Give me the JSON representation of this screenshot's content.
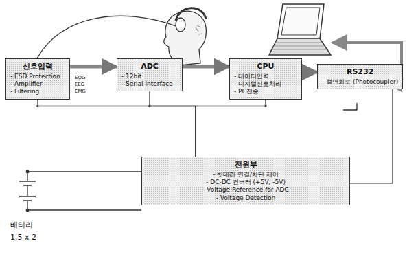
{
  "diagram": {
    "nodes": [
      {
        "text": [
          "신호입력",
          "- ESD Protection",
          "- Amplifier",
          "- Filtering"
        ]
      },
      {
        "text": [
          "ADC",
          "- 12bit",
          "- Serial Interface"
        ]
      },
      {
        "text": [
          "CPU",
          "- 데이터입력",
          "- 디지털신호처리",
          "- PC전송"
        ]
      },
      {
        "text": [
          "RS232",
          "- 절연회로 (Photocoupler)"
        ]
      },
      {
        "text": [
          "전원부",
          "- 밧데리 연결/차단 제어",
          "- DC-DC 컨버터 (+5V, -5V)",
          "- Voltage Reference for ADC",
          "- Voltage Detection"
        ]
      }
    ],
    "edges": [
      {
        "from": 0,
        "to": 1,
        "arrow": "to"
      },
      {
        "from": 1,
        "to": 2,
        "arrow": "to"
      },
      {
        "from": 2,
        "to": 3,
        "arrow": "to"
      },
      {
        "from": 4,
        "to": 0,
        "arrow": "none"
      },
      {
        "from": 4,
        "to": 1,
        "arrow": "none"
      },
      {
        "from": 4,
        "to": 2,
        "arrow": "none"
      },
      {
        "from": 4,
        "to": 3,
        "arrow": "none"
      }
    ],
    "labels": [
      "EOG",
      "EEG",
      "EMG",
      "배터리",
      "1.5 x 2"
    ]
  }
}
